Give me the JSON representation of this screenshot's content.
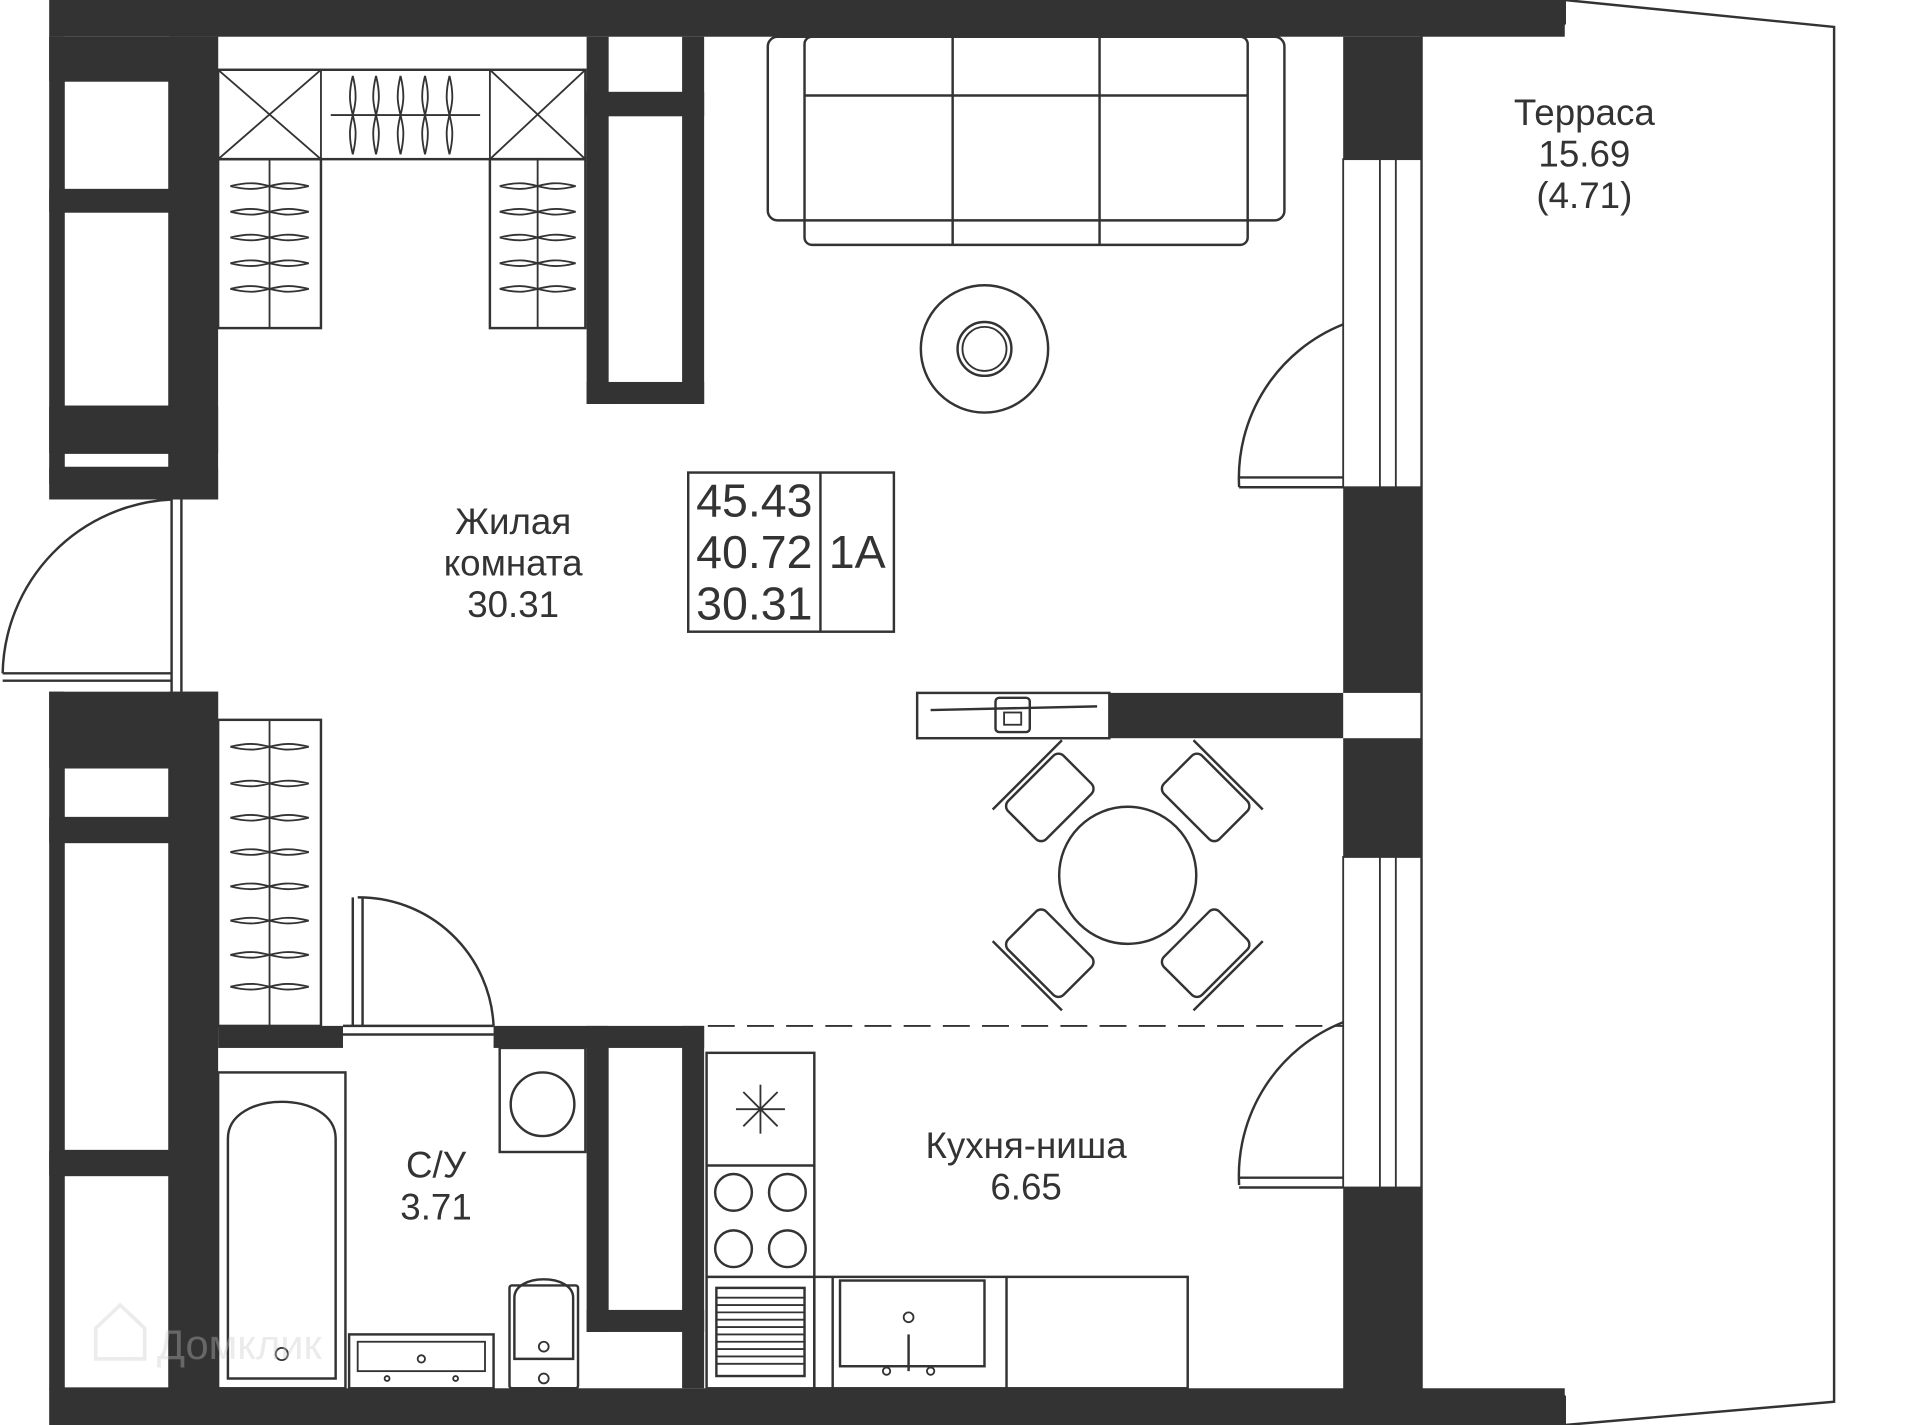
{
  "rooms": {
    "terrace": {
      "name": "Терраса",
      "area": "15.69",
      "reduced_area": "(4.71)"
    },
    "living": {
      "name_line1": "Жилая",
      "name_line2": "комната",
      "area": "30.31"
    },
    "bathroom": {
      "name": "С/У",
      "area": "3.71"
    },
    "kitchen": {
      "name": "Кухня-ниша",
      "area": "6.65"
    }
  },
  "summary": {
    "total_area": "45.43",
    "area_without_terrace": "40.72",
    "living_area": "30.31",
    "apartment_type": "1А"
  },
  "watermark": {
    "text": "Домклик"
  },
  "colors": {
    "wall": "#333333",
    "background": "#ffffff"
  }
}
